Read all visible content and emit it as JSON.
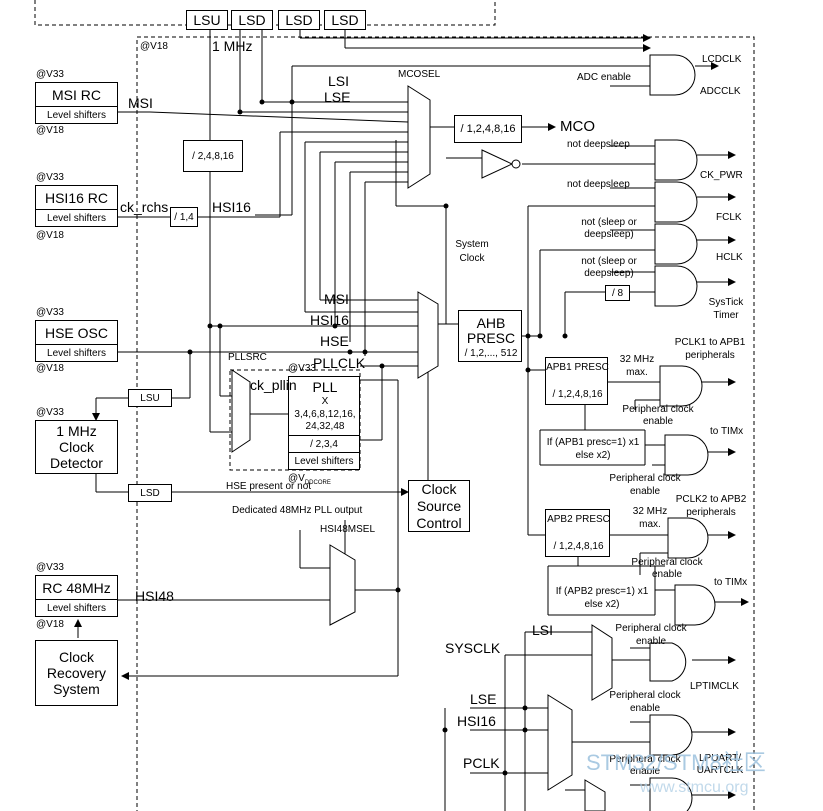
{
  "top": {
    "lsu": "LSU",
    "lsd1": "LSD",
    "lsd2": "LSD",
    "lsd3": "LSD",
    "mhz1": "1 MHz"
  },
  "domains": {
    "v18": "@V18",
    "v33": "@V33",
    "v33b": "@V33",
    "v33c": "@V33",
    "v33d": "@V33",
    "v18b": "@V18",
    "v18c": "@V18",
    "v18d": "@V18",
    "v18e": "@V18",
    "v33pll": "@V33",
    "vddcore_prefix": "@V",
    "vddcore_sub": "DDCORE"
  },
  "osc": {
    "msi": "MSI RC",
    "hsi16": "HSI16 RC",
    "hse": "HSE OSC",
    "rc48": "RC 48MHz",
    "level_shifters": "Level shifters",
    "mhz_detector": "1 MHz Clock Detector",
    "crs": "Clock Recovery System"
  },
  "signals": {
    "msi": "MSI",
    "ck_rchs": "ck_rchs",
    "hsi16": "HSI16",
    "div14": "/ 1,4",
    "div2_16": "/ 2,4,8,16",
    "lsi": "LSI",
    "lse": "LSE",
    "mcosel": "MCOSEL",
    "mco_div": "/ 1,2,4,8,16",
    "mco": "MCO",
    "adc_enable": "ADC enable",
    "lcdclk": "LCDCLK",
    "adcclk": "ADCCLK",
    "not_deepsleep1": "not deepsleep",
    "ck_pwr": "CK_PWR",
    "not_deepsleep2": "not deepsleep",
    "fclk": "FCLK",
    "not_sleep1": "not (sleep or deepsleep)",
    "hclk": "HCLK",
    "not_sleep2": "not (sleep or deepsleep)",
    "div8": "/ 8",
    "systick": "SysTick Timer",
    "system_clock": "System Clock",
    "msi2": "MSI",
    "hsi16b": "HSI16",
    "hse2": "HSE",
    "pllclk": "PLLCLK",
    "ahb_presc_title": "AHB PRESC",
    "ahb_presc_div": "/ 1,2,..., 512",
    "pllsrc": "PLLSRC",
    "ck_pllin": "ck_pllin",
    "pll_title": "PLL",
    "pll_x": "X",
    "pll_mul": "3,4,6,8,12,16, 24,32,48",
    "pll_div": "/ 2,3,4",
    "lsu": "LSU",
    "lsd": "LSD",
    "hse_present": "HSE present or not",
    "clock_source_control": "Clock Source Control",
    "dedicated48": "Dedicated 48MHz PLL output",
    "hsi48msel": "HSI48MSEL",
    "hsi48": "HSI48",
    "apb1_title": "APB1 PRESC",
    "apb1_div": "/ 1,2,4,8,16",
    "mhz32a": "32 MHz max.",
    "pclk1": "PCLK1 to APB1 peripherals",
    "periph_en1": "Peripheral clock enable",
    "apb1_if": "If (APB1 presc=1) x1 else x2)",
    "to_timx1": "to TIMx",
    "periph_en2": "Peripheral clock enable",
    "apb2_title": "APB2 PRESC",
    "apb2_div": "/ 1,2,4,8,16",
    "mhz32b": "32 MHz max.",
    "pclk2": "PCLK2 to APB2 peripherals",
    "periph_en3": "Peripheral clock enable",
    "apb2_if": "If (APB2 presc=1) x1 else x2)",
    "to_timx2": "to TIMx",
    "sysclk": "SYSCLK",
    "lsi2": "LSI",
    "periph_en4": "Peripheral clock enable",
    "lptimclk": "LPTIMCLK",
    "lse2": "LSE",
    "hsi16c": "HSI16",
    "pclk": "PCLK",
    "periph_en5": "Peripheral clock enable",
    "lpuart": "LPUART/ UARTCLK",
    "periph_en6": "Peripheral clock enable"
  },
  "watermark": {
    "brand": "STM32/STM8社区",
    "url": "www.stmcu.org"
  },
  "colors": {
    "line": "#000000",
    "watermark": "#9cc1de"
  }
}
